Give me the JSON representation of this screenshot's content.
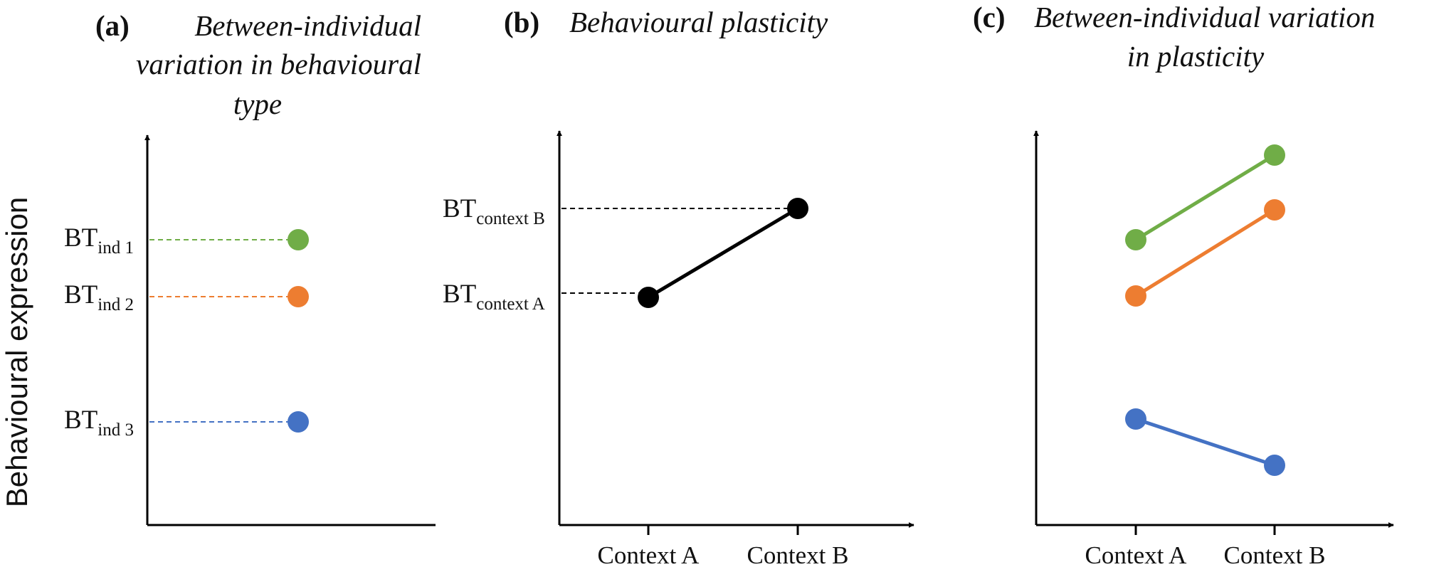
{
  "y_axis_label": "Behavioural expression",
  "colors": {
    "ind1": "#70ad47",
    "ind2": "#ed7d31",
    "ind3": "#4472c4",
    "black": "#000000"
  },
  "panels": [
    {
      "label": "(a)",
      "title_lines": [
        "Between-individual",
        "variation in behavioural",
        "type"
      ],
      "bt_labels": [
        {
          "main": "BT",
          "sub": "ind 1"
        },
        {
          "main": "BT",
          "sub": "ind 2"
        },
        {
          "main": "BT",
          "sub": "ind 3"
        }
      ]
    },
    {
      "label": "(b)",
      "title_lines": [
        "Behavioural plasticity"
      ],
      "bt_labels": [
        {
          "main": "BT",
          "sub": "context B"
        },
        {
          "main": "BT",
          "sub": "context A"
        }
      ],
      "x_ticks": [
        "Context A",
        "Context B"
      ]
    },
    {
      "label": "(c)",
      "title_lines": [
        "Between-individual variation",
        "in plasticity"
      ],
      "x_ticks": [
        "Context A",
        "Context B"
      ]
    }
  ]
}
